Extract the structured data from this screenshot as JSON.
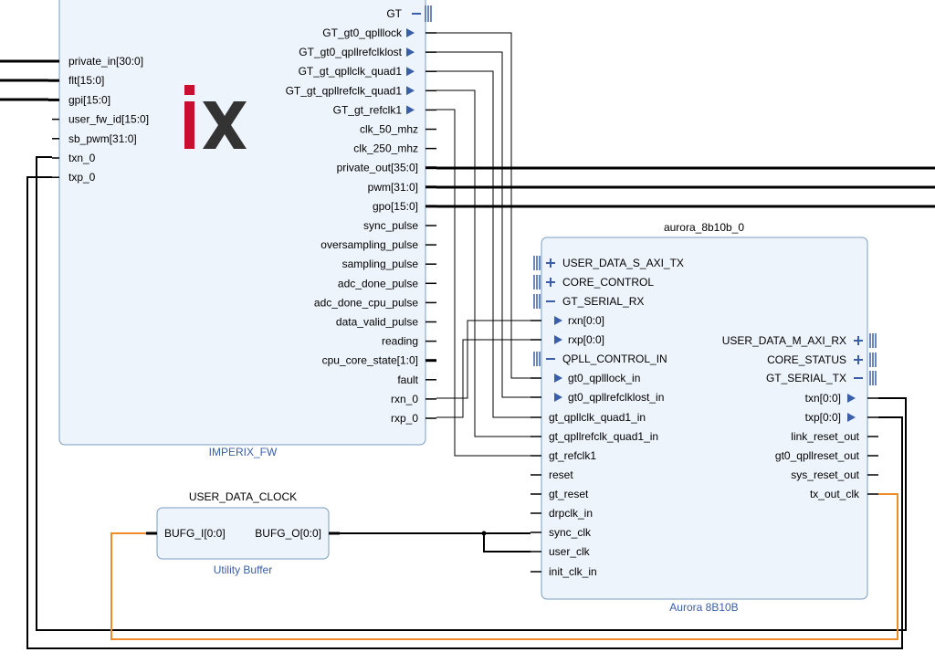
{
  "imperix": {
    "caption": "IMPERIX_FW",
    "logo": "ix",
    "top_port": "GT",
    "left_ports": [
      "private_in[30:0]",
      "flt[15:0]",
      "gpi[15:0]",
      "user_fw_id[15:0]",
      "sb_pwm[31:0]",
      "txn_0",
      "txp_0"
    ],
    "right_ports": [
      "GT_gt0_qplllock",
      "GT_gt0_qpllrefclklost",
      "GT_gt_qpllclk_quad1",
      "GT_gt_qpllrefclk_quad1",
      "GT_gt_refclk1",
      "clk_50_mhz",
      "clk_250_mhz",
      "private_out[35:0]",
      "pwm[31:0]",
      "gpo[15:0]",
      "sync_pulse",
      "oversampling_pulse",
      "sampling_pulse",
      "adc_done_pulse",
      "adc_done_cpu_pulse",
      "data_valid_pulse",
      "reading",
      "cpu_core_state[1:0]",
      "fault",
      "rxn_0",
      "rxp_0"
    ]
  },
  "aurora": {
    "title": "aurora_8b10b_0",
    "caption": "Aurora 8B10B",
    "left_ports": [
      "USER_DATA_S_AXI_TX",
      "CORE_CONTROL",
      "GT_SERIAL_RX",
      "rxn[0:0]",
      "rxp[0:0]",
      "QPLL_CONTROL_IN",
      "gt0_qplllock_in",
      "gt0_qpllrefclklost_in",
      "gt_qpllclk_quad1_in",
      "gt_qpllrefclk_quad1_in",
      "gt_refclk1",
      "reset",
      "gt_reset",
      "drpclk_in",
      "sync_clk",
      "user_clk",
      "init_clk_in"
    ],
    "right_ports": [
      "USER_DATA_M_AXI_RX",
      "CORE_STATUS",
      "GT_SERIAL_TX",
      "txn[0:0]",
      "txp[0:0]",
      "link_reset_out",
      "gt0_qpllreset_out",
      "sys_reset_out",
      "tx_out_clk"
    ]
  },
  "clock": {
    "title": "USER_DATA_CLOCK",
    "caption": "Utility Buffer",
    "in_port": "BUFG_I[0:0]",
    "out_port": "BUFG_O[0:0]"
  },
  "colors": {
    "block_fill": "#eef4fb",
    "block_stroke": "#7a9cc6",
    "caption": "#3a5fa8",
    "wire": "#000000",
    "clock_wire": "#f08c28",
    "arrow": "#3a5fa8",
    "logo_i": "#c8102e",
    "logo_x": "#333333"
  }
}
